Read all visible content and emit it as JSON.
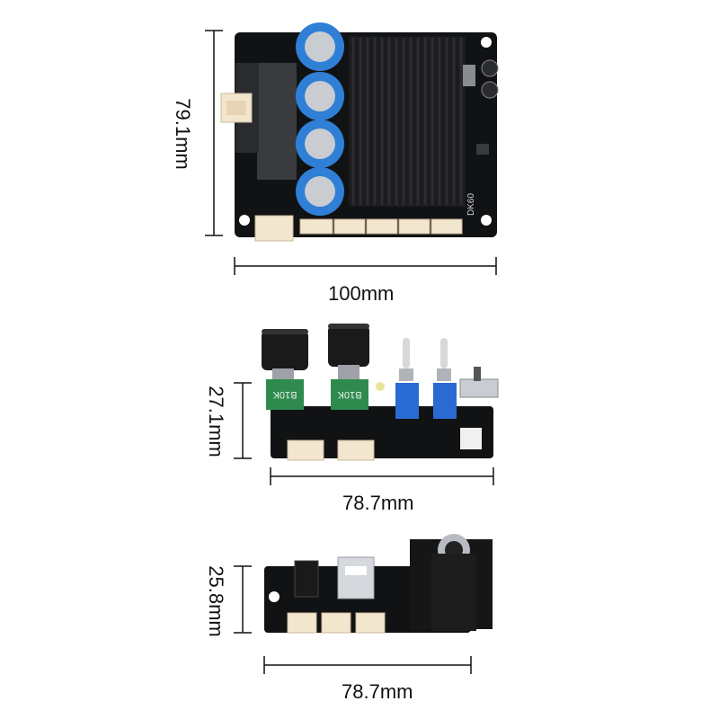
{
  "dimensions": {
    "board1": {
      "height_label": "79.1mm",
      "width_label": "100mm"
    },
    "board2": {
      "height_label": "27.1mm",
      "width_label": "78.7mm"
    },
    "board3": {
      "height_label": "25.8mm",
      "width_label": "78.7mm"
    }
  },
  "silkscreen": {
    "board1_model": "DK60",
    "pot_label_1": "B10K",
    "pot_label_2": "B10K"
  },
  "colors": {
    "pcb": "#111214",
    "capacitor": "#2f7fd6",
    "heatsink": "#1b1c1e",
    "connector": "#f3e6cf",
    "switch_blue": "#2a6bd3",
    "pot_green": "#2f8a4e"
  }
}
